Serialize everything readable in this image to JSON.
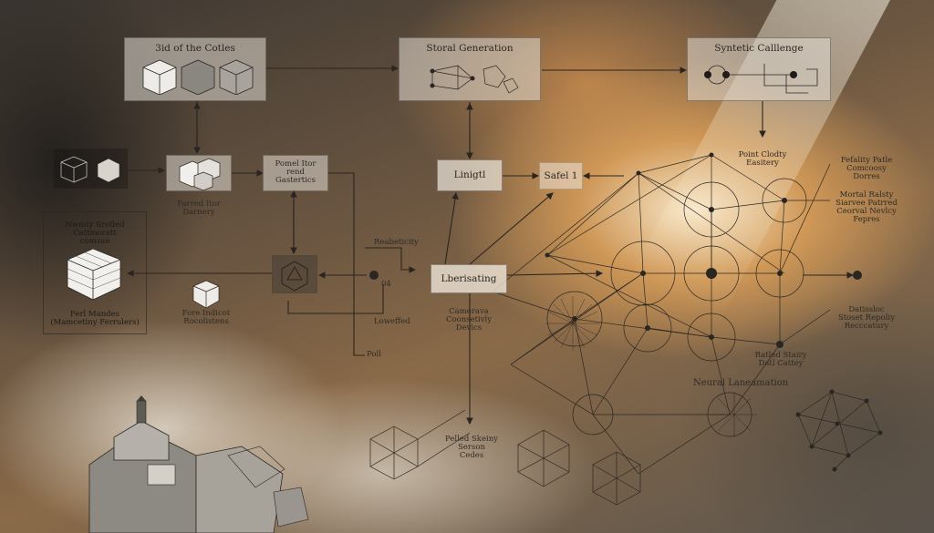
{
  "boxes": {
    "set_of_cubes": "3id of the Cotles",
    "storal_generation": "Storal Generation",
    "synthetic_challenge": "Syntetic Calllenge",
    "param_filter": "Pomel Itor\nrend\nGastertics",
    "linigtl": "Linigtl",
    "safel": "Safel 1",
    "lberisating": "Lberisating"
  },
  "labels": {
    "parred_ray": "Parred Itor\nDarnery",
    "left_panel": "Nwmty Sretled\nCattmoratt\ncomsue",
    "ferl_mandes": "Ferl Mandes\n(Mamcetiny Ferrulers)",
    "fore_indicon": "Fore Indicot\nRocolistens",
    "reabeticity": "Reabeticity",
    "value_04": "04",
    "lowerfied": "Loweffed",
    "poll": "Poll",
    "camerava": "Camerava\nCoonsetivly\nDevics",
    "pelled_skeiny": "Pelled Skeiny\nSerson\nCedes",
    "point_clodty": "Point Clodty\nEasitery",
    "fefality_patle": "Fefality Patle\nComcoosy\nDorres",
    "mortal_ralsty": "Mortal Ralsty\nSiarvee Patrred\nCeorval Nevlcy\nFepres",
    "datissloc": "Datissloc\nStoset Repoliy\nRecccatury",
    "neural_lanemation": "Neural Laneamation",
    "ratled_stairy": "Ratled Stairy\nDatl Cattey"
  },
  "icons": [
    "cube-trio-icon",
    "wireframe-cube-icon",
    "node-cluster-icon",
    "neural-network-icon",
    "geodesic-sphere-icon",
    "building-icon"
  ],
  "colors": {
    "accent_glow": "#f2c98a",
    "line": "#2d2823",
    "node": "#2a2622"
  }
}
